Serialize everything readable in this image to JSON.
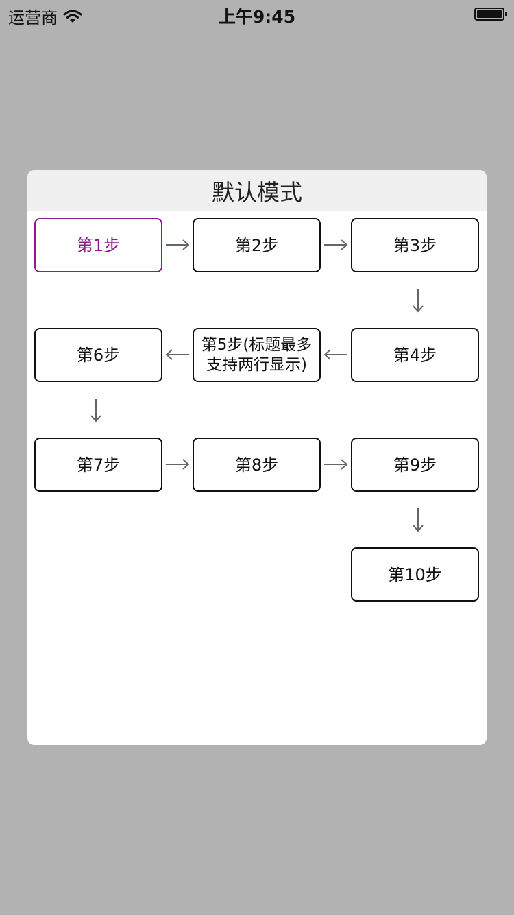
{
  "status_bar": {
    "carrier": "运营商",
    "time": "上午9:45"
  },
  "dialog": {
    "title": "默认模式",
    "steps": [
      {
        "label": "第1步",
        "state": "active"
      },
      {
        "label": "第2步",
        "state": "normal"
      },
      {
        "label": "第3步",
        "state": "normal"
      },
      {
        "label": "第4步",
        "state": "normal"
      },
      {
        "label": "第5步(标题最多支持两行显示)",
        "state": "normal"
      },
      {
        "label": "第6步",
        "state": "normal"
      },
      {
        "label": "第7步",
        "state": "normal"
      },
      {
        "label": "第8步",
        "state": "normal"
      },
      {
        "label": "第9步",
        "state": "normal"
      },
      {
        "label": "第10步",
        "state": "normal"
      }
    ],
    "colors": {
      "active": "#8e1a8e",
      "border": "#111111",
      "arrow": "#666666",
      "backdrop": "#b2b2b2",
      "header": "#f0f0f0"
    }
  }
}
